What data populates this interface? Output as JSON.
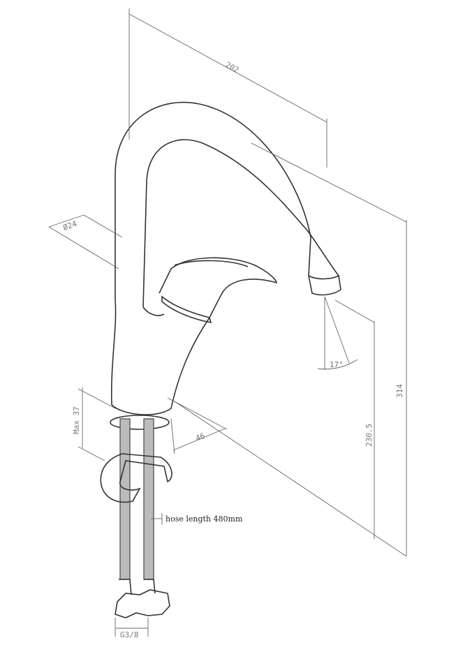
{
  "drawing": {
    "dimensions": {
      "spout_reach": "202",
      "pipe_diameter": "Ø24",
      "spray_angle": "17°",
      "total_height": "314",
      "spout_height": "230.5",
      "base_diameter": "46",
      "max_counter_thickness": "Max 37",
      "thread": "G3/8"
    },
    "notes": {
      "hose": "hose length 480mm"
    }
  }
}
